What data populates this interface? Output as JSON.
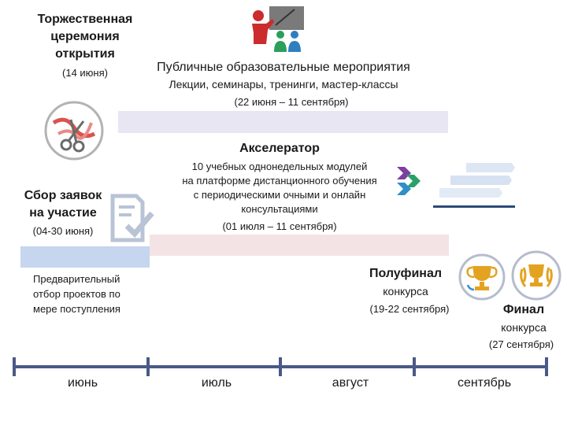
{
  "ceremony": {
    "title_lines": [
      "Торжественная",
      "церемония",
      "открытия"
    ],
    "date": "(14 июня)"
  },
  "public_events": {
    "title": "Публичные образовательные мероприятия",
    "subtitle": "Лекции, семинары, тренинги, мастер-классы",
    "dates": "(22 июня – 11 сентября)"
  },
  "accelerator": {
    "title": "Акселератор",
    "desc_lines": [
      "10 учебных однонедельных модулей",
      "на платформе дистанционного обучения",
      "с периодическими очными и онлайн",
      "консультациями"
    ],
    "dates": "(01 июля – 11 сентября)"
  },
  "applications": {
    "title_lines": [
      "Сбор заявок",
      "на участие"
    ],
    "dates": "(04-30 июня)"
  },
  "preselection": {
    "lines": [
      "Предварительный",
      "отбор проектов по",
      "мере поступления"
    ]
  },
  "semifinal": {
    "title": "Полуфинал",
    "subtitle": "конкурса",
    "dates": "(19-22 сентября)"
  },
  "final": {
    "title": "Финал",
    "subtitle": "конкурса",
    "dates": "(27 сентября)"
  },
  "timeline": {
    "months": [
      "июнь",
      "июль",
      "август",
      "сентябрь"
    ],
    "color": "#4a5a86"
  },
  "colors": {
    "lavender_bar": "#e9e6f3",
    "pink_bar": "#f4e3e5",
    "blue_bar": "#c5d6ee",
    "icon_gray": "#b9c3d6",
    "trophy_gold": "#e3a321",
    "trophy_bg": "#b5bccd"
  },
  "icons": {
    "ceremony": "ribbon-scissors-icon",
    "public_events": "presenter-board-icon",
    "applications": "checklist-icon",
    "accelerator": "chevron-arrows-icon",
    "accelerator_steps": "speed-lines-icon",
    "semifinal": "trophy-icon",
    "final": "trophy-laurel-icon"
  }
}
